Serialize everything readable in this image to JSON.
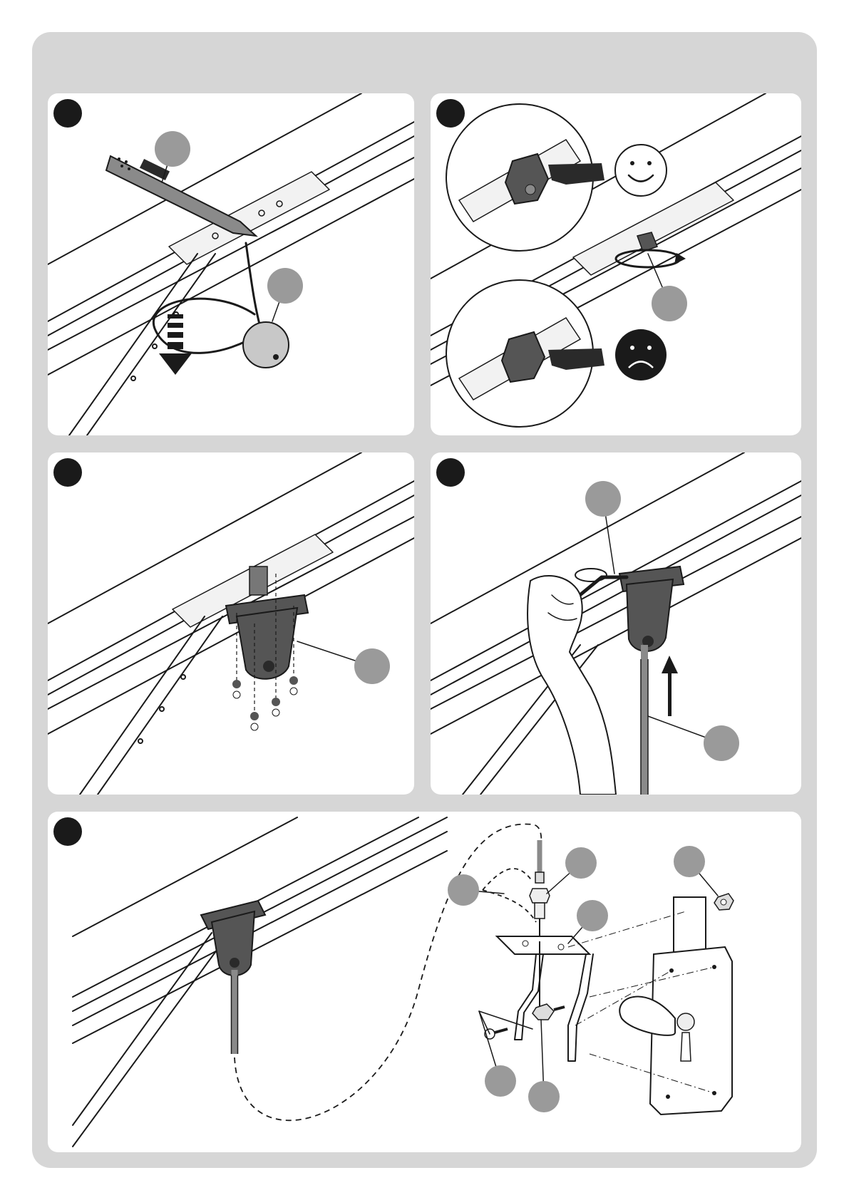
{
  "manual_page": {
    "steps": [
      {
        "id": "step-1",
        "label": ""
      },
      {
        "id": "step-2",
        "label": ""
      },
      {
        "id": "step-3",
        "label": ""
      },
      {
        "id": "step-4",
        "label": ""
      },
      {
        "id": "step-5",
        "label": ""
      }
    ],
    "icons": {
      "correct": "smiley-face-icon",
      "incorrect": "sad-face-icon",
      "push_down": "arrow-down-icon",
      "push_up": "arrow-up-icon",
      "rotate": "rotation-arrow-icon"
    },
    "colors": {
      "frame": "#d6d6d6",
      "panel": "#ffffff",
      "callout": "#9a9a9a",
      "ink": "#1a1a1a",
      "part_dark": "#555555",
      "part_mid": "#8a8a8a"
    }
  }
}
